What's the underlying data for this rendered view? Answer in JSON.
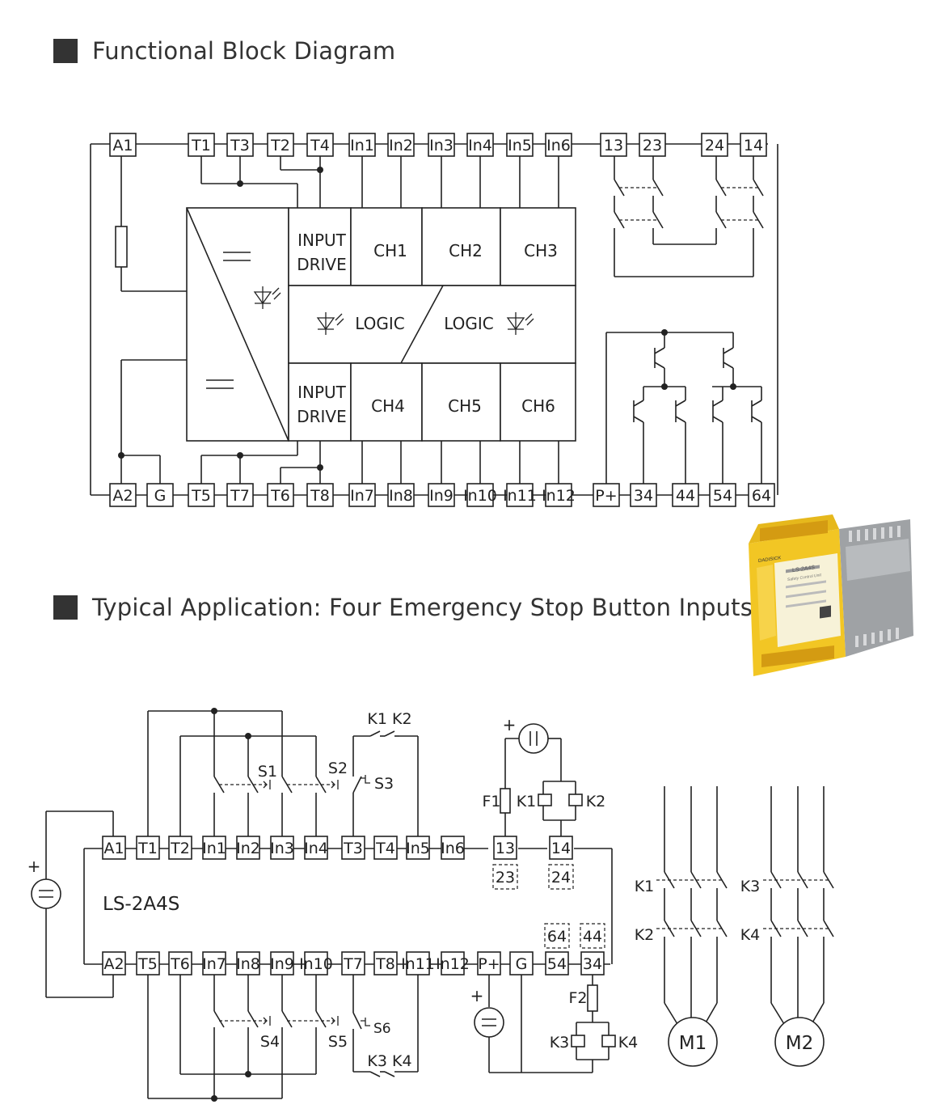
{
  "headings": {
    "block_diagram": "Functional Block Diagram",
    "application": "Typical Application: Four Emergency Stop Button Inputs"
  },
  "block_diagram": {
    "top_terminals": [
      "A1",
      "T1",
      "T3",
      "T2",
      "T4",
      "In1",
      "In2",
      "In3",
      "In4",
      "In5",
      "In6",
      "13",
      "23",
      "24",
      "14"
    ],
    "bottom_terminals": [
      "A2",
      "G",
      "T5",
      "T7",
      "T6",
      "T8",
      "In7",
      "In8",
      "In9",
      "In10",
      "In11",
      "In12",
      "P+",
      "34",
      "44",
      "54",
      "64"
    ],
    "blocks": {
      "input_drive_top": [
        "INPUT",
        "DRIVE"
      ],
      "input_drive_bottom": [
        "INPUT",
        "DRIVE"
      ],
      "ch": [
        "CH1",
        "CH2",
        "CH3",
        "CH4",
        "CH5",
        "CH6"
      ],
      "logic_left": "LOGIC",
      "logic_right": "LOGIC"
    }
  },
  "application": {
    "model": "LS-2A4S",
    "top_terminals": [
      "A1",
      "T1",
      "T2",
      "In1",
      "In2",
      "In3",
      "In4",
      "T3",
      "T4",
      "In5",
      "In6",
      "13",
      "14"
    ],
    "bottom_terminals": [
      "A2",
      "T5",
      "T6",
      "In7",
      "In8",
      "In9",
      "In10",
      "T7",
      "T8",
      "In11",
      "In12",
      "P+",
      "G",
      "54",
      "34"
    ],
    "alt_terminals_top": [
      "23",
      "24"
    ],
    "alt_terminals_bottom": [
      "64",
      "44"
    ],
    "switches": [
      "S1",
      "S2",
      "S3",
      "S4",
      "S5",
      "S6"
    ],
    "contacts": {
      "top": "K1 K2",
      "bottom": "K3 K4"
    },
    "fuses": [
      "F1",
      "F2"
    ],
    "coils": [
      "K1",
      "K2",
      "K3",
      "K4"
    ],
    "motor_contacts": [
      "K1",
      "K2",
      "K3",
      "K4"
    ],
    "motors": [
      "M1",
      "M2"
    ],
    "plus_sign": "+"
  },
  "product_image": {
    "brand": "DADISICK",
    "model": "LS-2A4S",
    "label": "Safety Control Unit",
    "colors": {
      "body": "#f2c624",
      "side": "#9a9c9e",
      "terminal": "#e0a916"
    }
  }
}
